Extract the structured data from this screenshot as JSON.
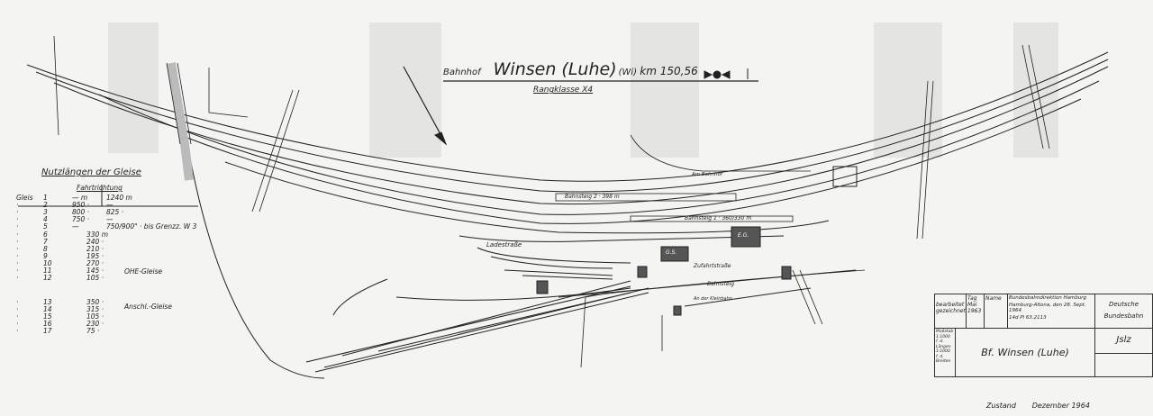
{
  "header": {
    "prefix": "Bahnhof",
    "station": "Winsen (Luhe)",
    "abbr": "(Wi)",
    "km": "km 150,56",
    "rank": "Rangklasse X4"
  },
  "table": {
    "title": "Nutzlängen der Gleise",
    "direction_label": "Fahrtrichtung",
    "track_word": "Gleis",
    "rows": [
      {
        "track": "1",
        "left": "—  m",
        "right": "1240  m"
      },
      {
        "track": "2",
        "left": "950 ·",
        "right": "—"
      },
      {
        "track": "3",
        "left": "800 ·",
        "right": "825 ·"
      },
      {
        "track": "4",
        "left": "750 ·",
        "right": "—"
      },
      {
        "track": "5",
        "left": "—",
        "right": "750/900\" · bis Grenzz. W 3"
      },
      {
        "track": "6",
        "len": "330 m"
      },
      {
        "track": "7",
        "len": "240 ·"
      },
      {
        "track": "8",
        "len": "210 ·"
      },
      {
        "track": "9",
        "len": "195 ·"
      },
      {
        "track": "10",
        "len": "270 ·"
      },
      {
        "track": "11",
        "len": "145 ·"
      },
      {
        "track": "12",
        "len": "105 ·"
      },
      {
        "track": "13",
        "len": "350 ·"
      },
      {
        "track": "14",
        "len": "315 ·"
      },
      {
        "track": "15",
        "len": "105 ·"
      },
      {
        "track": "16",
        "len": "230 ·"
      },
      {
        "track": "17",
        "len": "75 ·"
      }
    ],
    "group_ohe": "OHE-Gleise",
    "group_anschl": "Anschl.-Gleise"
  },
  "plan_labels": {
    "platform2": "Bahnsteig 2 · 398 m",
    "platform1": "Bahnsteig 1 · 360/330 m",
    "ladestrasse": "Ladestraße",
    "zufahrt": "Zufahrtstraße",
    "am_bahnhof": "Am Bahnhof",
    "bahnsteig": "Bahnsteig",
    "kleinbahn": "An der Kleinbahn",
    "building_eg": "E.G.",
    "building_gs": "G.S."
  },
  "title_block": {
    "col_tag": "Tag",
    "col_name": "Name",
    "row_label": "bearbeitet gezeichnet",
    "date": "Mai 1963",
    "authority": "Bundesbahndirektion Hamburg",
    "authority_sub": "Hamburg-Altona, den 28. Sept. 1964",
    "ref": "14d Pl 63.2113",
    "org_line1": "Deutsche",
    "org_line2": "Bundesbahn",
    "scale": "Maßstab 1:1000 f. d. Längen 1:1000 f. d. Breiten",
    "name": "Bf. Winsen (Luhe)",
    "code": "Jslz"
  },
  "footer": {
    "state_label": "Zustand",
    "state_date": "Dezember 1964"
  },
  "colors": {
    "paper": "#f4f4f2",
    "ink": "#222222",
    "scan_band": "#e4e4e2"
  }
}
